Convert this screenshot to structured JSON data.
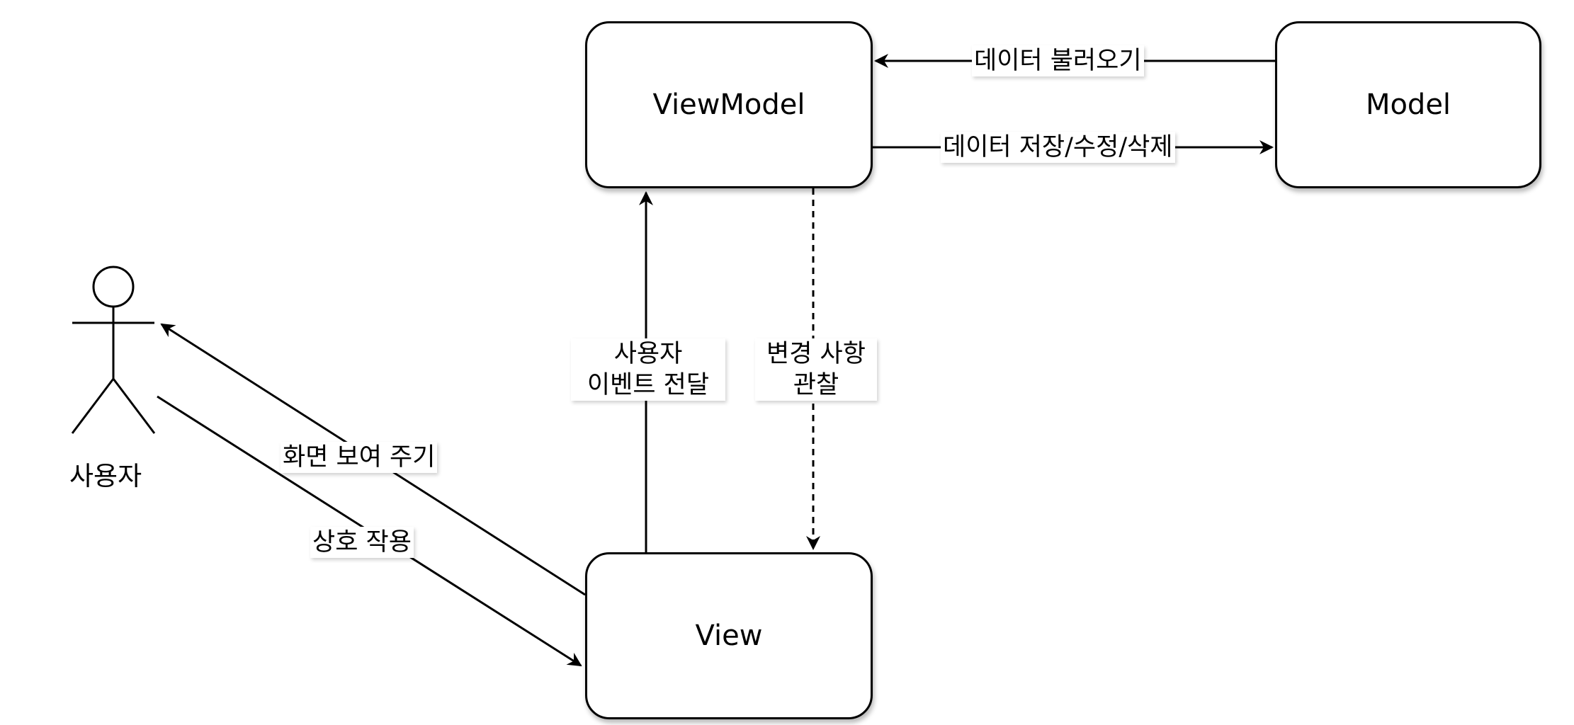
{
  "nodes": {
    "viewmodel": "ViewModel",
    "model": "Model",
    "view": "View"
  },
  "actor": {
    "label": "사용자"
  },
  "edges": {
    "load_data": "데이터 불러오기",
    "save_data": "데이터 저장/수정/삭제",
    "user_event_line1": "사용자",
    "user_event_line2": "이벤트 전달",
    "observe_line1": "변경 사항",
    "observe_line2": "관찰",
    "show_screen": "화면 보여 주기",
    "interaction": "상호 작용"
  }
}
